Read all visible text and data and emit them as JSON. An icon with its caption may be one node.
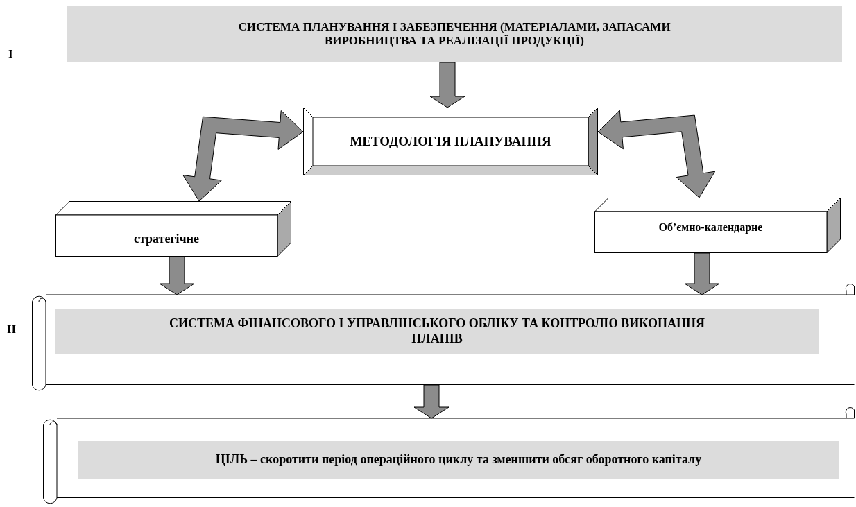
{
  "diagram": {
    "nodes": [
      {
        "text": [
          "СИСТЕМА ПЛАНУВАННЯ І ЗАБЕЗПЕЧЕННЯ (МАТЕРІАЛАМИ, ЗАПАСАМИ ВИРОБНИЦТВА ТА РЕАЛІЗАЦІЇ ПРОДУКЦІЇ)"
        ]
      },
      {
        "text": [
          "МЕТОДОЛОГІЯ ПЛАНУВАННЯ"
        ]
      },
      {
        "text": [
          "стратегічне"
        ]
      },
      {
        "text": [
          "Об’ємно-календарне"
        ]
      },
      {
        "text": [
          "СИСТЕМА ФІНАНСОВОГО І УПРАВЛІНСЬКОГО ОБЛІКУ ТА КОНТРОЛЮ ВИКОНАННЯ ПЛАНІВ"
        ]
      },
      {
        "text": [
          "ЦІЛЬ – скоротити період операційного циклу та зменшити обсяг оборотного капіталу"
        ]
      }
    ],
    "edges": [
      {
        "from": 0,
        "to": 1,
        "arrow": "to"
      },
      {
        "from": 1,
        "to": 2,
        "arrow": "both"
      },
      {
        "from": 1,
        "to": 3,
        "arrow": "both"
      },
      {
        "from": 2,
        "to": 4,
        "arrow": "to"
      },
      {
        "from": 3,
        "to": 4,
        "arrow": "to"
      },
      {
        "from": 4,
        "to": 5,
        "arrow": "to"
      }
    ],
    "labels": [
      "I",
      "II"
    ]
  }
}
